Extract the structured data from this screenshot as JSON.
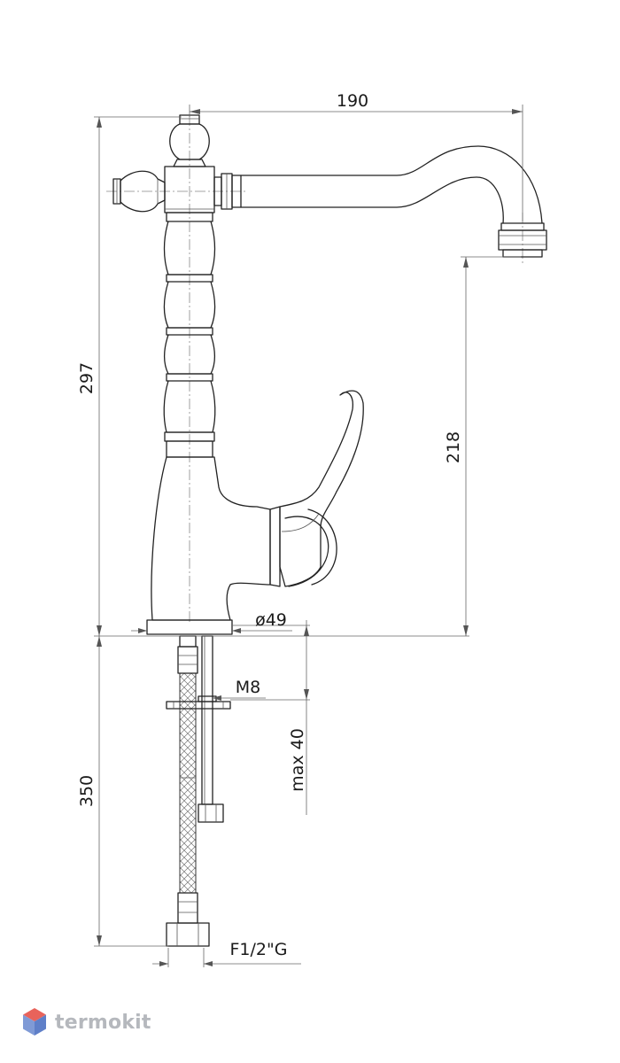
{
  "dimensions": {
    "spout_reach": "190",
    "overall_height": "297",
    "spout_height": "218",
    "base_diameter": "ø49",
    "stud_thread": "M8",
    "max_thickness": "max 40",
    "hose_length": "350",
    "hose_connection": "F1/2\"G"
  },
  "brand": {
    "name": "termokit",
    "logo_icon": "hexagon-cube-icon"
  },
  "colors": {
    "line": "#222222",
    "dimension": "#666666",
    "logo_red": "#e8635b",
    "logo_blue": "#6f8fd1",
    "logo_text": "#b5b8bd"
  }
}
